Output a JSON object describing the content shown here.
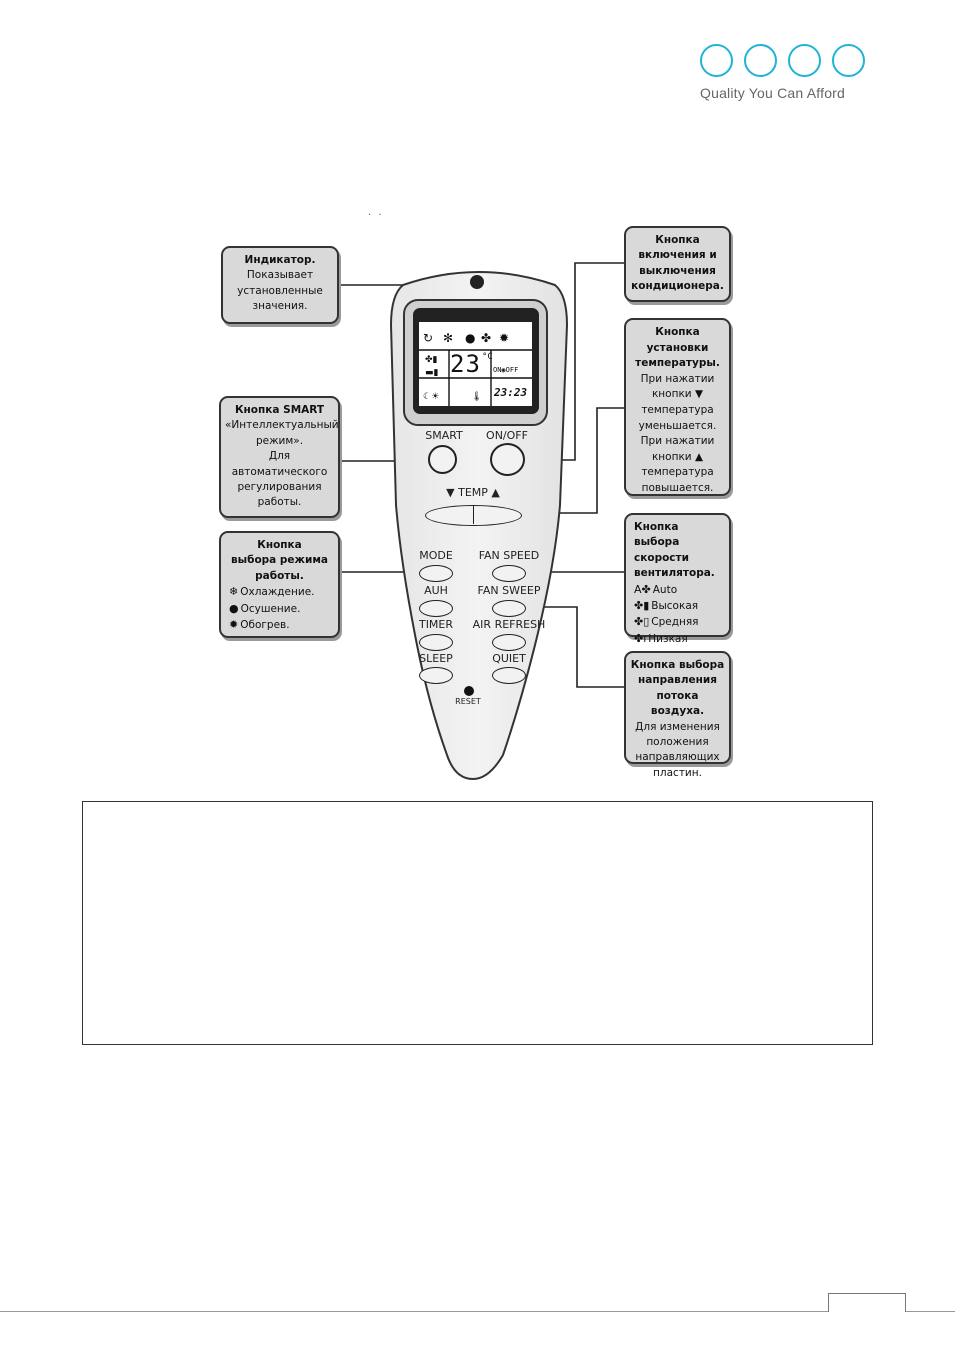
{
  "logo": {
    "tagline": "Quality You Can Afford",
    "circle_color": "#1fb3d8"
  },
  "top_fragment": "· ·",
  "callouts": {
    "indicator": {
      "title": "Индикатор.",
      "text": "Показывает\nустановленные\nзначения."
    },
    "onoff": {
      "title": "Кнопка\nвключения и\nвыключения\nкондиционера."
    },
    "temp": {
      "title": "Кнопка\nустановки\nтемпературы.",
      "text1": "При нажатии",
      "text2": "кнопки ▼",
      "text3": "температура\nуменьшается.",
      "text4": "При нажатии",
      "text5": "кнопки ▲",
      "text6": "температура\nповышается."
    },
    "smart": {
      "title": "Кнопка SMART",
      "text": "«Интеллектуальный\nрежим».\nДля\nавтоматического\nрегулирования\nработы."
    },
    "mode": {
      "title": "Кнопка\nвыбора режима\nработы.",
      "items": [
        {
          "icon": "snowflake-icon",
          "glyph": "❄",
          "label": "Охлаждение."
        },
        {
          "icon": "droplet-icon",
          "glyph": "●",
          "label": "Осушение."
        },
        {
          "icon": "sun-icon",
          "glyph": "✹",
          "label": "Обогрев."
        }
      ]
    },
    "fanspeed": {
      "title": "Кнопка выбора\nскорости\nвентилятора.",
      "items": [
        {
          "icon": "fan-auto-icon",
          "glyph": "A✤",
          "label": "Auto"
        },
        {
          "icon": "fan-high-icon",
          "glyph": "✤▮",
          "label": "Высокая"
        },
        {
          "icon": "fan-medium-icon",
          "glyph": "✤▯",
          "label": "Средняя"
        },
        {
          "icon": "fan-low-icon",
          "glyph": "✤ı",
          "label": "Низкая"
        }
      ]
    },
    "airflow": {
      "title": "Кнопка выбора\nнаправления\nпотока воздуха.",
      "text": "Для изменения\nположения\nнаправляющих\nпластин."
    }
  },
  "remote": {
    "lcd": {
      "temperature": "23",
      "unit": "°C",
      "clock": "23:23",
      "onoff": "ON◉OFF"
    },
    "buttons": {
      "smart": "SMART",
      "onoff": "ON/OFF",
      "temp": "▼ TEMP ▲",
      "mode": "MODE",
      "fanspeed": "FAN SPEED",
      "auh": "AUH",
      "fansweep": "FAN SWEEP",
      "timer": "TIMER",
      "airrefresh": "AIR REFRESH",
      "sleep": "SLEEP",
      "quiet": "QUIET",
      "reset": "RESET"
    }
  }
}
